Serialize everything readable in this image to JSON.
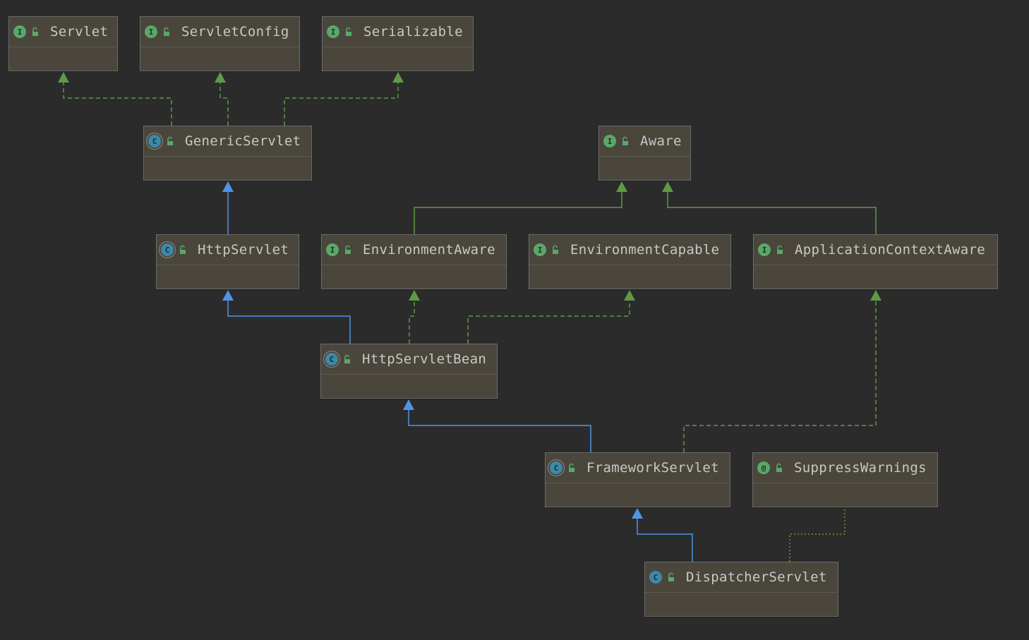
{
  "diagram": {
    "nodes": [
      {
        "id": "servlet",
        "name": "Servlet",
        "kind": "interface"
      },
      {
        "id": "servletconfig",
        "name": "ServletConfig",
        "kind": "interface"
      },
      {
        "id": "serializable",
        "name": "Serializable",
        "kind": "interface"
      },
      {
        "id": "genericservlet",
        "name": "GenericServlet",
        "kind": "abstract-class"
      },
      {
        "id": "aware",
        "name": "Aware",
        "kind": "interface"
      },
      {
        "id": "httpservlet",
        "name": "HttpServlet",
        "kind": "abstract-class"
      },
      {
        "id": "environmentaware",
        "name": "EnvironmentAware",
        "kind": "interface"
      },
      {
        "id": "environmentcapable",
        "name": "EnvironmentCapable",
        "kind": "interface"
      },
      {
        "id": "applicationcontextaware",
        "name": "ApplicationContextAware",
        "kind": "interface"
      },
      {
        "id": "httpservletbean",
        "name": "HttpServletBean",
        "kind": "abstract-class"
      },
      {
        "id": "frameworkservlet",
        "name": "FrameworkServlet",
        "kind": "abstract-class"
      },
      {
        "id": "suppresswarnings",
        "name": "SuppressWarnings",
        "kind": "annotation"
      },
      {
        "id": "dispatcherservlet",
        "name": "DispatcherServlet",
        "kind": "class"
      }
    ],
    "edges": [
      {
        "from": "genericservlet",
        "to": "servlet",
        "type": "implements"
      },
      {
        "from": "genericservlet",
        "to": "servletconfig",
        "type": "implements"
      },
      {
        "from": "genericservlet",
        "to": "serializable",
        "type": "implements"
      },
      {
        "from": "httpservlet",
        "to": "genericservlet",
        "type": "extends"
      },
      {
        "from": "environmentaware",
        "to": "aware",
        "type": "interface-extends"
      },
      {
        "from": "applicationcontextaware",
        "to": "aware",
        "type": "interface-extends"
      },
      {
        "from": "httpservletbean",
        "to": "httpservlet",
        "type": "extends"
      },
      {
        "from": "httpservletbean",
        "to": "environmentaware",
        "type": "implements"
      },
      {
        "from": "httpservletbean",
        "to": "environmentcapable",
        "type": "implements"
      },
      {
        "from": "frameworkservlet",
        "to": "httpservletbean",
        "type": "extends"
      },
      {
        "from": "frameworkservlet",
        "to": "applicationcontextaware",
        "type": "implements"
      },
      {
        "from": "dispatcherservlet",
        "to": "frameworkservlet",
        "type": "extends"
      },
      {
        "from": "dispatcherservlet",
        "to": "suppresswarnings",
        "type": "annotated-with"
      }
    ],
    "icons": {
      "interface": "interface-icon",
      "abstract-class": "abstract-class-icon",
      "class": "class-icon",
      "annotation": "annotation-icon",
      "visibility": "public-lock-icon"
    },
    "icon_glyphs": {
      "interface": "I",
      "abstract-class": "C",
      "class": "C",
      "annotation": "@"
    },
    "colors": {
      "background": "#2b2b2b",
      "node_fill": "#4a463c",
      "extends_edge": "#5194e6",
      "implements_edge": "#5f9a45",
      "annotation_edge": "#8c8c28",
      "interface_icon": "#59a869",
      "class_icon": "#3d89a8"
    }
  }
}
